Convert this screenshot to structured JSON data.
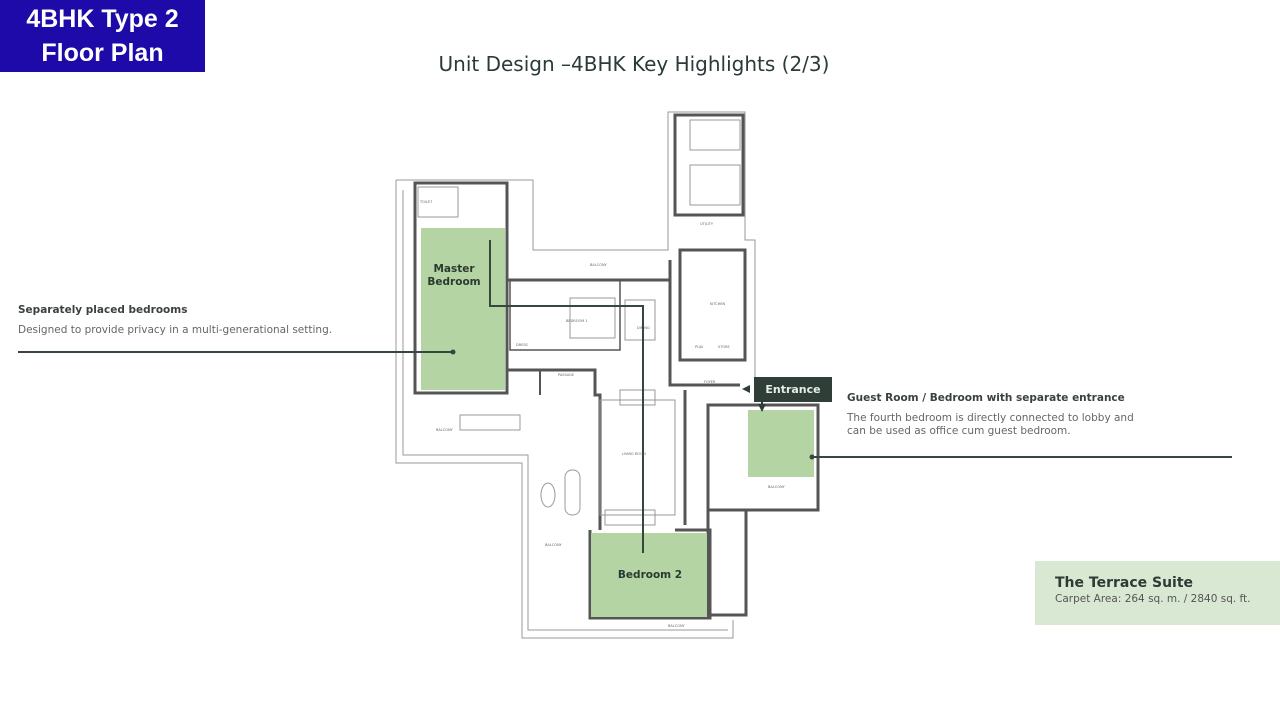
{
  "badge": {
    "line1": "4BHK Type 2",
    "line2": "Floor Plan",
    "color": "#1d0aa8"
  },
  "title": "Unit Design –4BHK Key Highlights (2/3)",
  "notes": {
    "left": {
      "heading": "Separately placed bedrooms",
      "body": "Designed to provide privacy in a multi-generational setting."
    },
    "right": {
      "heading": "Guest Room / Bedroom with separate entrance",
      "body": "The fourth bedroom is directly connected to lobby and can be used as office cum guest bedroom."
    }
  },
  "suite": {
    "name": "The Terrace Suite",
    "area": "Carpet Area: 264 sq. m. / 2840 sq. ft."
  },
  "plan": {
    "highlight_color": "#b5d4a4",
    "line_color": "#37473e",
    "rooms": {
      "master": [
        "Master",
        "Bedroom"
      ],
      "bedroom2": "Bedroom 2",
      "entrance": "Entrance"
    },
    "labels": {
      "balcony": "BALCONY",
      "bedroom1": "BEDROOM 1",
      "dining": "DINING",
      "kitchen": "KITCHEN",
      "puja": "PUJA",
      "store": "STORE",
      "passage": "PASSAGE",
      "foyer": "FOYER",
      "dress": "DRESS",
      "living": "LIVING ROOM",
      "utility": "UTILITY",
      "toilet": "TOILET"
    }
  }
}
